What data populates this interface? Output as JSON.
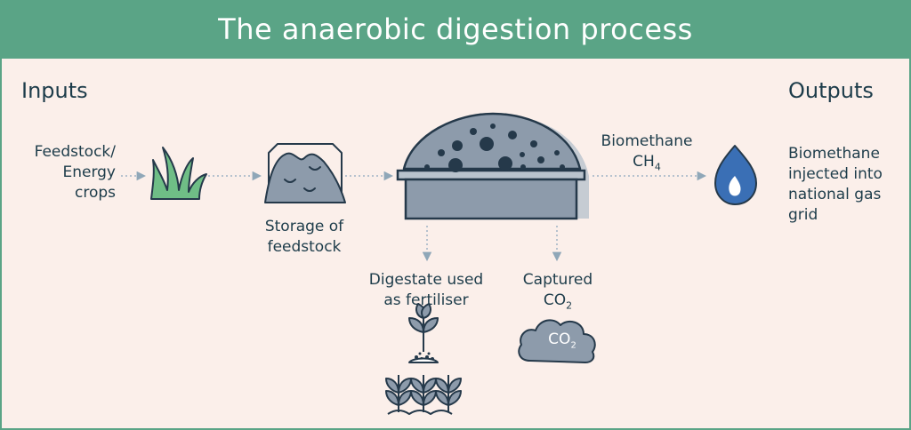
{
  "title": "The anaerobic digestion process",
  "inputs_heading": "Inputs",
  "outputs_heading": "Outputs",
  "feedstock_label": [
    "Feedstock/",
    "Energy",
    "crops"
  ],
  "storage_label": [
    "Storage of",
    "feedstock"
  ],
  "biomethane_label": [
    "Biomethane"
  ],
  "ch4_base": "CH",
  "ch4_sub": "4",
  "digestate_label": [
    "Digestate used",
    "as fertiliser"
  ],
  "captured_label": [
    "Captured"
  ],
  "co2_base": "CO",
  "co2_sub": "2",
  "cloud_co2_base": "CO",
  "cloud_co2_sub": "2",
  "output_label": [
    "Biomethane",
    "injected into",
    "national gas",
    "grid"
  ],
  "colors": {
    "header": "#5aa486",
    "background": "#fbefea",
    "text": "#1d3c4a",
    "tank": "#8d9bab",
    "outline": "#25394a",
    "grass": "#6fbe86",
    "drop": "#3a6fb5",
    "arrow": "#9fb4c4"
  },
  "icons": [
    "grass-icon",
    "storage-icon",
    "digester-icon",
    "flame-drop-icon",
    "plant-icon",
    "cloud-icon"
  ]
}
